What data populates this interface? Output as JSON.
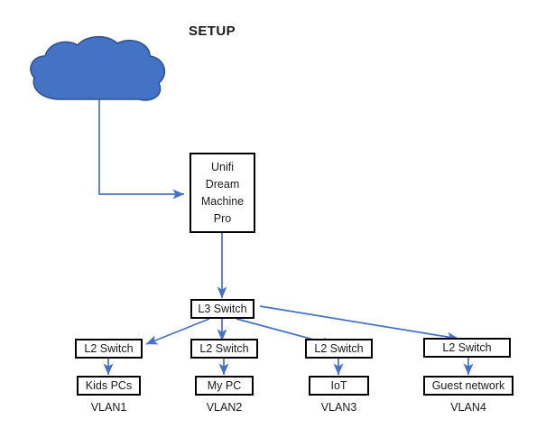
{
  "diagram": {
    "title": "SETUP",
    "type": "network-topology",
    "background_color": "#ffffff",
    "node_border_color": "#000000",
    "connector_color": "#4472C4",
    "cloud": {
      "name": "internet-cloud",
      "fill_color": "#4472C4",
      "stroke_color": "#2F528F"
    },
    "nodes": [
      {
        "id": "udm",
        "label_lines": [
          "Unifi",
          "Dream",
          "Machine",
          "Pro"
        ]
      },
      {
        "id": "l3",
        "label_lines": [
          "L3 Switch"
        ]
      },
      {
        "id": "l2a",
        "label_lines": [
          "L2 Switch"
        ]
      },
      {
        "id": "l2b",
        "label_lines": [
          "L2 Switch"
        ]
      },
      {
        "id": "l2c",
        "label_lines": [
          "L2 Switch"
        ]
      },
      {
        "id": "l2d",
        "label_lines": [
          "L2 Switch"
        ]
      },
      {
        "id": "dev1",
        "label_lines": [
          "Kids PCs"
        ]
      },
      {
        "id": "dev2",
        "label_lines": [
          "My PC"
        ]
      },
      {
        "id": "dev3",
        "label_lines": [
          "IoT"
        ]
      },
      {
        "id": "dev4",
        "label_lines": [
          "Guest network"
        ]
      }
    ],
    "vlans": [
      "VLAN1",
      "VLAN2",
      "VLAN3",
      "VLAN4"
    ]
  }
}
